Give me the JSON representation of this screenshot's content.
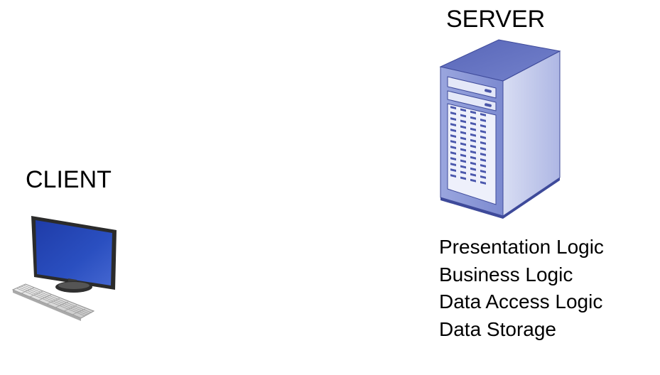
{
  "client": {
    "title": "CLIENT",
    "icon": "desktop-computer-icon"
  },
  "server": {
    "title": "SERVER",
    "icon": "server-tower-icon",
    "logic_layers": [
      "Presentation Logic",
      "Business Logic",
      "Data Access Logic",
      "Data Storage"
    ]
  },
  "colors": {
    "screen_blue": "#2a44a8",
    "server_body": "#8a98d6",
    "server_dark": "#5563b4",
    "server_light": "#c9d1ef",
    "keyboard_gray": "#d8d8d8",
    "text": "#000000"
  }
}
